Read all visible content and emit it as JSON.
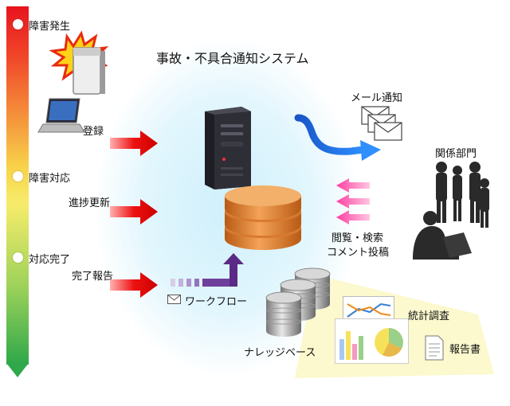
{
  "title": "事故・不具合通知システム",
  "stages": [
    {
      "label": "障害発生"
    },
    {
      "label": "障害対応"
    },
    {
      "label": "対応完了"
    }
  ],
  "inputs": [
    {
      "label": "登録"
    },
    {
      "label": "進捗更新"
    },
    {
      "label": "完了報告"
    }
  ],
  "workflow_label": "ワークフロー",
  "mail_label": "メール通知",
  "department_label": "関係部門",
  "browse_label": "閲覧・検索",
  "comment_label": "コメント投稿",
  "knowledge_label": "ナレッジベース",
  "stats_label": "統計調査",
  "report_label": "報告書",
  "colors": {
    "timeline_top": "#e8141e",
    "timeline_mid": "#f7e64a",
    "timeline_bottom": "#2ea84a",
    "red_arrow": "#ee1111",
    "pink_arrow": "#ff5fb0",
    "blue_arrow": "#1e6fe0",
    "workflow_arrow": "#5b2a86",
    "database": "#e08a3a",
    "glow": "#cfeffc"
  }
}
